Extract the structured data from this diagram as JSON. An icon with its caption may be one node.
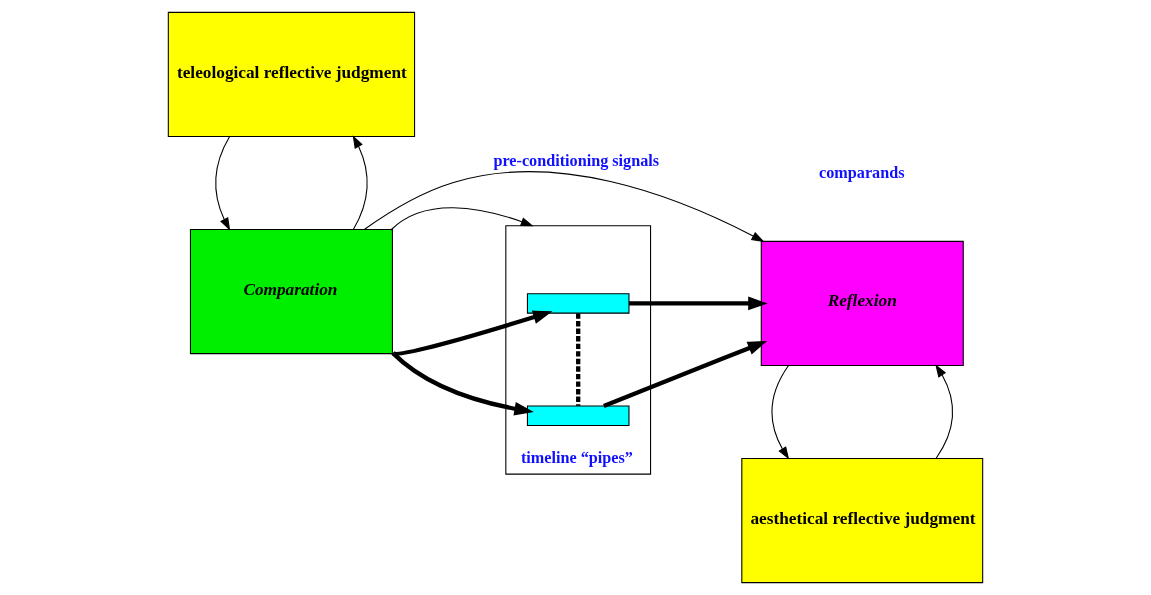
{
  "diagram": {
    "nodes": [
      {
        "text": [
          "teleological reflective judgment"
        ]
      },
      {
        "text": [
          "aesthetical reflective judgment"
        ]
      },
      {
        "text": [
          "Comparation"
        ]
      },
      {
        "text": [
          "timeline “pipes”"
        ]
      },
      {
        "text": [],
        "shape": "bar",
        "in": 3
      },
      {
        "text": [],
        "shape": "bar",
        "in": 3
      },
      {
        "text": [
          "Reflexion"
        ]
      }
    ],
    "edges": [
      {
        "from": 2,
        "to": 0,
        "arrow": "to"
      },
      {
        "from": 0,
        "to": 2,
        "arrow": "to"
      },
      {
        "from": 2,
        "to": 6,
        "arrow": "to",
        "label": "pre-conditioning signals"
      },
      {
        "from": 1,
        "to": 6,
        "arrow": "to"
      },
      {
        "from": 6,
        "to": 1,
        "arrow": "to"
      },
      {
        "from": 2,
        "to": 3,
        "arrow": "to"
      },
      {
        "from": 2,
        "to": 4,
        "arrow": "to",
        "style": "thick"
      },
      {
        "from": 2,
        "to": 5,
        "arrow": "to",
        "style": "thick"
      },
      {
        "from": 4,
        "to": 5,
        "arrow": "none",
        "style": "dashed"
      },
      {
        "from": 4,
        "to": 6,
        "arrow": "to",
        "style": "thick"
      },
      {
        "from": 5,
        "to": 6,
        "arrow": "to",
        "style": "thick"
      }
    ],
    "labels": [
      "comparands"
    ]
  }
}
